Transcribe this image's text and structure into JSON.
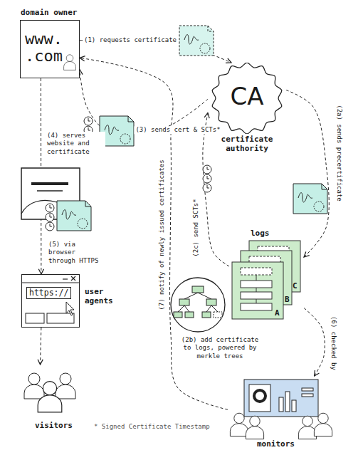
{
  "diagram": {
    "nodes": [
      {
        "text": [
          "domain owner",
          "www. .com"
        ]
      },
      {
        "text": [
          "CA",
          "certificate authority"
        ]
      },
      {
        "text": [
          "logs"
        ]
      },
      {
        "text": [
          "https://",
          "user agents"
        ]
      },
      {
        "text": [
          "visitors"
        ]
      },
      {
        "text": [
          "monitors"
        ]
      }
    ],
    "edges": [
      {
        "from": 0,
        "to": 1,
        "label": "(1) requests certificate",
        "arrow": "to"
      },
      {
        "from": 1,
        "to": 2,
        "label": "(2a) sends precertificate",
        "arrow": "to"
      },
      {
        "from": 2,
        "to": 1,
        "label": "(2c) send SCTs*",
        "arrow": "to"
      },
      {
        "from": 1,
        "to": 0,
        "label": "(3) sends cert & SCTs*",
        "arrow": "to"
      },
      {
        "from": 0,
        "to": 3,
        "label": "(4) serves website and certificate",
        "arrow": "to"
      },
      {
        "from": 3,
        "to": 4,
        "arrow": "to"
      },
      {
        "from": 2,
        "to": 5,
        "label": "(6) checked by",
        "arrow": "to"
      },
      {
        "from": 5,
        "to": 0,
        "label": "(7) notify of newly issued certificates",
        "arrow": "to"
      }
    ],
    "labels": [
      "(2b) add certificate to logs, powered by merkle trees",
      "(5) via browser through HTTPS",
      "A",
      "B",
      "C",
      "* Signed Certificate Timestamp"
    ]
  }
}
